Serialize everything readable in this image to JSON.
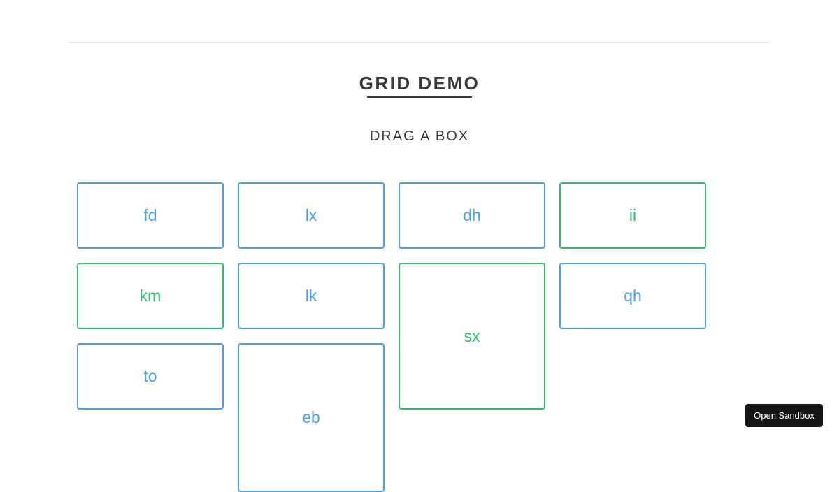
{
  "header": {
    "title": "GRID DEMO",
    "subtitle": "DRAG A BOX"
  },
  "colors": {
    "blue": "#4aa0ec",
    "green": "#2ebd6b",
    "text": "#3a3a3a"
  },
  "grid": {
    "boxes": [
      {
        "label": "fd",
        "color": "blue"
      },
      {
        "label": "lx",
        "color": "blue"
      },
      {
        "label": "dh",
        "color": "blue"
      },
      {
        "label": "ii",
        "color": "green"
      },
      {
        "label": "km",
        "color": "green"
      },
      {
        "label": "lk",
        "color": "blue"
      },
      {
        "label": "sx",
        "color": "green"
      },
      {
        "label": "qh",
        "color": "blue"
      },
      {
        "label": "to",
        "color": "blue"
      },
      {
        "label": "eb",
        "color": "blue"
      }
    ]
  },
  "sandbox_button": {
    "label": "Open Sandbox"
  }
}
